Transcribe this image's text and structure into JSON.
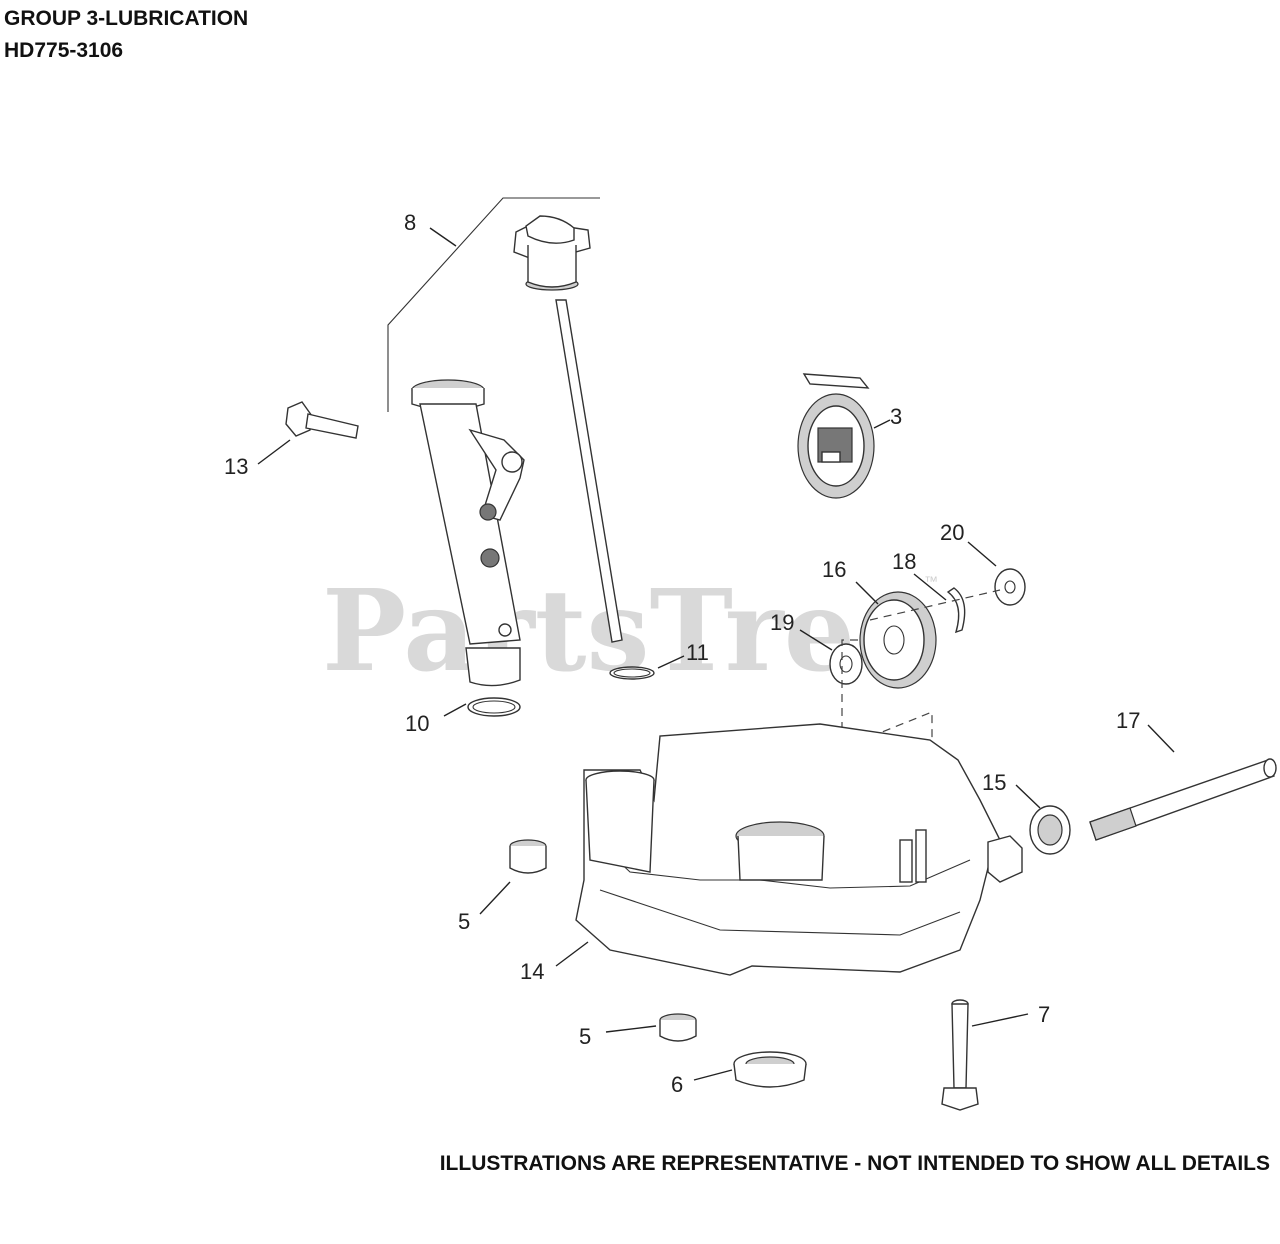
{
  "header": {
    "title": "GROUP 3-LUBRICATION",
    "model": "HD775-3106"
  },
  "footer": {
    "disclaimer": "ILLUSTRATIONS ARE REPRESENTATIVE - NOT INTENDED TO SHOW ALL DETAILS"
  },
  "watermark": {
    "text": "PartsTree",
    "mark": "™"
  },
  "callouts": {
    "c3": "3",
    "c5a": "5",
    "c5b": "5",
    "c6": "6",
    "c7": "7",
    "c8": "8",
    "c10": "10",
    "c11": "11",
    "c13": "13",
    "c14": "14",
    "c15": "15",
    "c16": "16",
    "c17": "17",
    "c18": "18",
    "c19": "19",
    "c20": "20"
  }
}
